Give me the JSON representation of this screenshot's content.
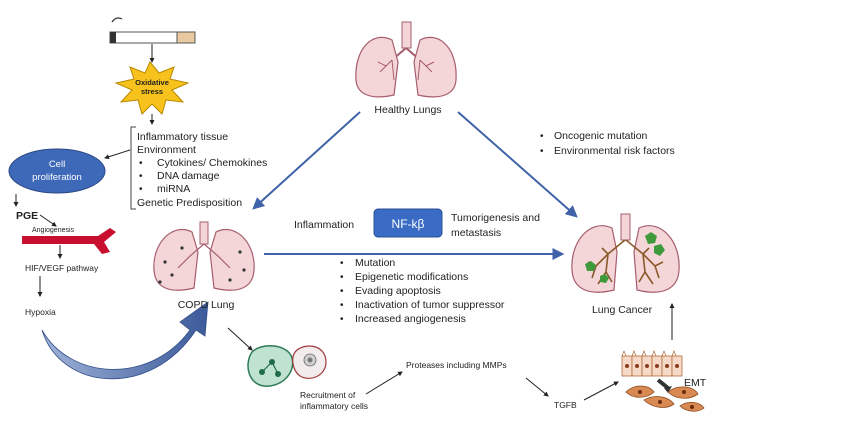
{
  "colors": {
    "arrow_blue": "#3f62a8",
    "nfkb_fill": "#3a6cc6",
    "cell_prolif_fill": "#3e68b8",
    "burst_fill": "#f7c21b",
    "lung_fill": "#f4d6d8",
    "lung_stroke": "#a65c6c",
    "vessel_red": "#c8102e",
    "airway_brown": "#8a5a2a",
    "tumor_green": "#3f9a3c"
  },
  "nodes": {
    "healthy_lungs": "Healthy Lungs",
    "copd_lung": "COPD Lung",
    "lung_cancer": "Lung Cancer",
    "nfkb": "NF-kβ",
    "inflammation": "Inflammation",
    "tumorigenesis_line1": "Tumorigenesis and",
    "tumorigenesis_line2": "metastasis"
  },
  "left_panel": {
    "oxidative_line1": "Oxidative",
    "oxidative_line2": "stress",
    "cell_line1": "Cell",
    "cell_line2": "proliferation",
    "pge": "PGE",
    "angiogenesis": "Angiogenesis",
    "hif_vegf": "HIF/VEGF pathway",
    "hypoxia": "Hypoxia"
  },
  "environment_box": {
    "line1": "Inflammatory tissue",
    "line2": "Environment",
    "bullets": [
      "Cytokines/ Chemokines",
      "DNA damage",
      "miRNA"
    ],
    "footer": "Genetic Predisposition"
  },
  "right_risk_bullets": [
    "Oncogenic mutation",
    "Environmental risk factors"
  ],
  "middle_bullets": [
    "Mutation",
    "Epigenetic modifications",
    "Evading apoptosis",
    "Inactivation of tumor suppressor",
    "Increased angiogenesis"
  ],
  "bottom_flow": {
    "recruitment_line1": "Recruitment of",
    "recruitment_line2": "inflammatory cells",
    "proteases": "Proteases including MMPs",
    "tgfb": "TGFB",
    "emt": "EMT"
  }
}
